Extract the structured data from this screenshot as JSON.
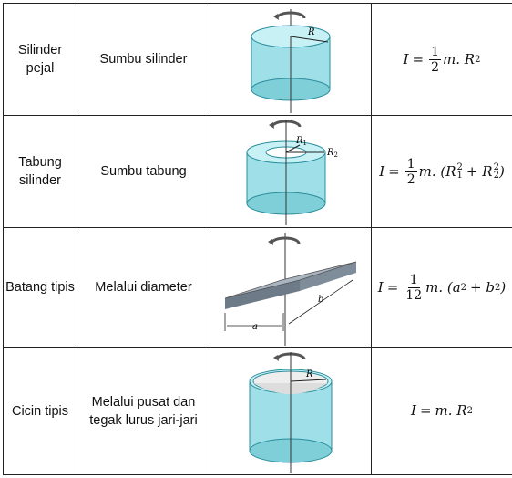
{
  "rows": [
    {
      "object": "Silinder pejal",
      "axis": "Sumbu silinder",
      "figure": {
        "icon": "solid-cylinder-icon",
        "radius_label": "R"
      },
      "formula": {
        "lhs": "I",
        "eq": "=",
        "num": "1",
        "den": "2",
        "rest": "m. R",
        "exp": "2"
      }
    },
    {
      "object": "Tabung silinder",
      "axis": "Sumbu tabung",
      "figure": {
        "icon": "hollow-cylinder-icon",
        "r1": "R",
        "r1_sub": "1",
        "r2": "R",
        "r2_sub": "2"
      },
      "formula": {
        "lhs": "I",
        "eq": "=",
        "num": "1",
        "den": "2",
        "rest": "m. (R",
        "sub1": "1",
        "sup1": "2",
        "plus": "+ R",
        "sub2": "2",
        "sup2": "2",
        "close": ")"
      }
    },
    {
      "object": "Batang tipis",
      "axis": "Melalui diameter",
      "figure": {
        "icon": "thin-slab-icon",
        "a_label": "a",
        "b_label": "b"
      },
      "formula": {
        "lhs": "I",
        "eq": "=",
        "num": "1",
        "den": "12",
        "rest": "m. (a",
        "sup1": "2",
        "plus": "+ b",
        "sup2": "2",
        "close": ")"
      }
    },
    {
      "object": "Cicin tipis",
      "axis": "Melalui pusat dan tegak lurus jari-jari",
      "figure": {
        "icon": "thin-ring-icon",
        "radius_label": "R"
      },
      "formula": {
        "lhs": "I",
        "eq": "=",
        "rest": "m. R",
        "exp": "2"
      }
    }
  ],
  "colors": {
    "cyan_fill": "#9fe0e8",
    "cyan_dark": "#3aa9b8",
    "slab_top": "#9aa6b4",
    "slab_side": "#6d7a88"
  }
}
